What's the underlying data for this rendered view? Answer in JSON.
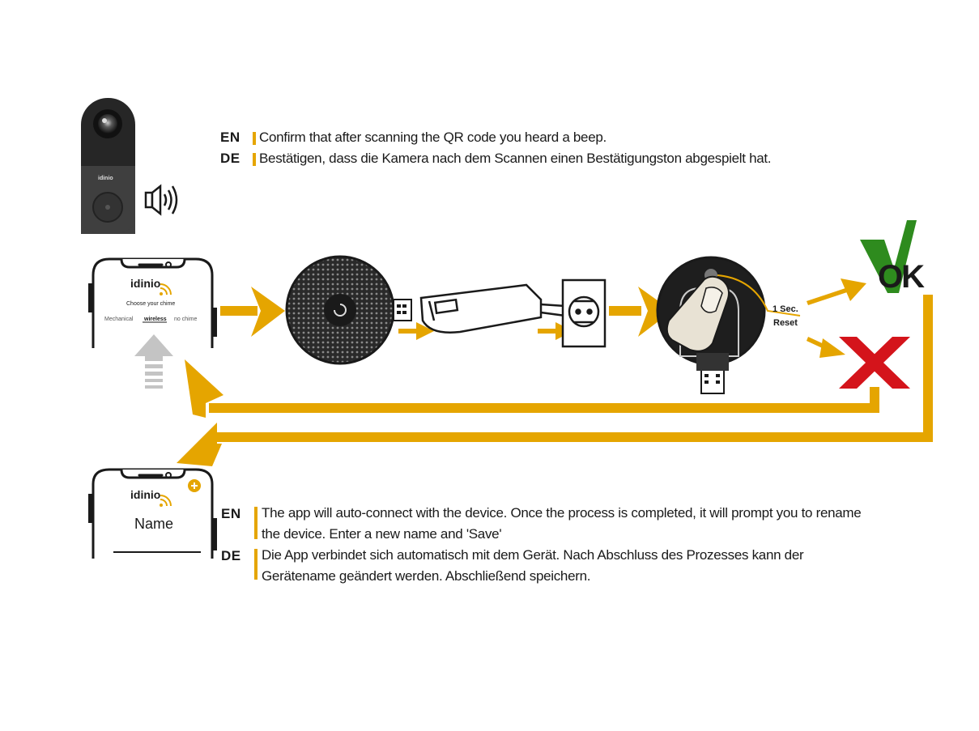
{
  "colors": {
    "accent": "#e5a500",
    "ok": "#2e8b1e",
    "error": "#d4141b",
    "dark": "#1e1e1e"
  },
  "step1": {
    "en_tag": "EN",
    "en_text": "Confirm that after scanning the QR code you heard a beep.",
    "de_tag": "DE",
    "de_text": "Bestätigen, dass die Kamera nach dem Scannen einen Bestätigungston abgespielt hat."
  },
  "doorbell": {
    "brand": "idinio",
    "sound_icon": "speaker-sound-icon"
  },
  "phone1": {
    "brand": "idinio",
    "heading": "Choose your chime",
    "options": [
      "Mechanical",
      "wireless",
      "no chime"
    ],
    "selected": "wireless"
  },
  "reset": {
    "line1": "1 Sec.",
    "line2": "Reset"
  },
  "result": {
    "ok_label": "OK",
    "ok_icon": "check-icon",
    "fail_icon": "cross-icon"
  },
  "phone2": {
    "brand": "idinio",
    "field_label": "Name",
    "add_icon": "plus-icon"
  },
  "step2": {
    "en_tag": "EN",
    "en_line1": "The app will auto-connect with the device. Once the process is completed, it will prompt you to rename",
    "en_line2": "the device. Enter a new name and 'Save'",
    "de_tag": "DE",
    "de_line1": "Die App verbindet sich automatisch mit dem Gerät. Nach Abschluss des Prozesses kann der",
    "de_line2": "Gerätename geändert werden. Abschließend speichern."
  }
}
